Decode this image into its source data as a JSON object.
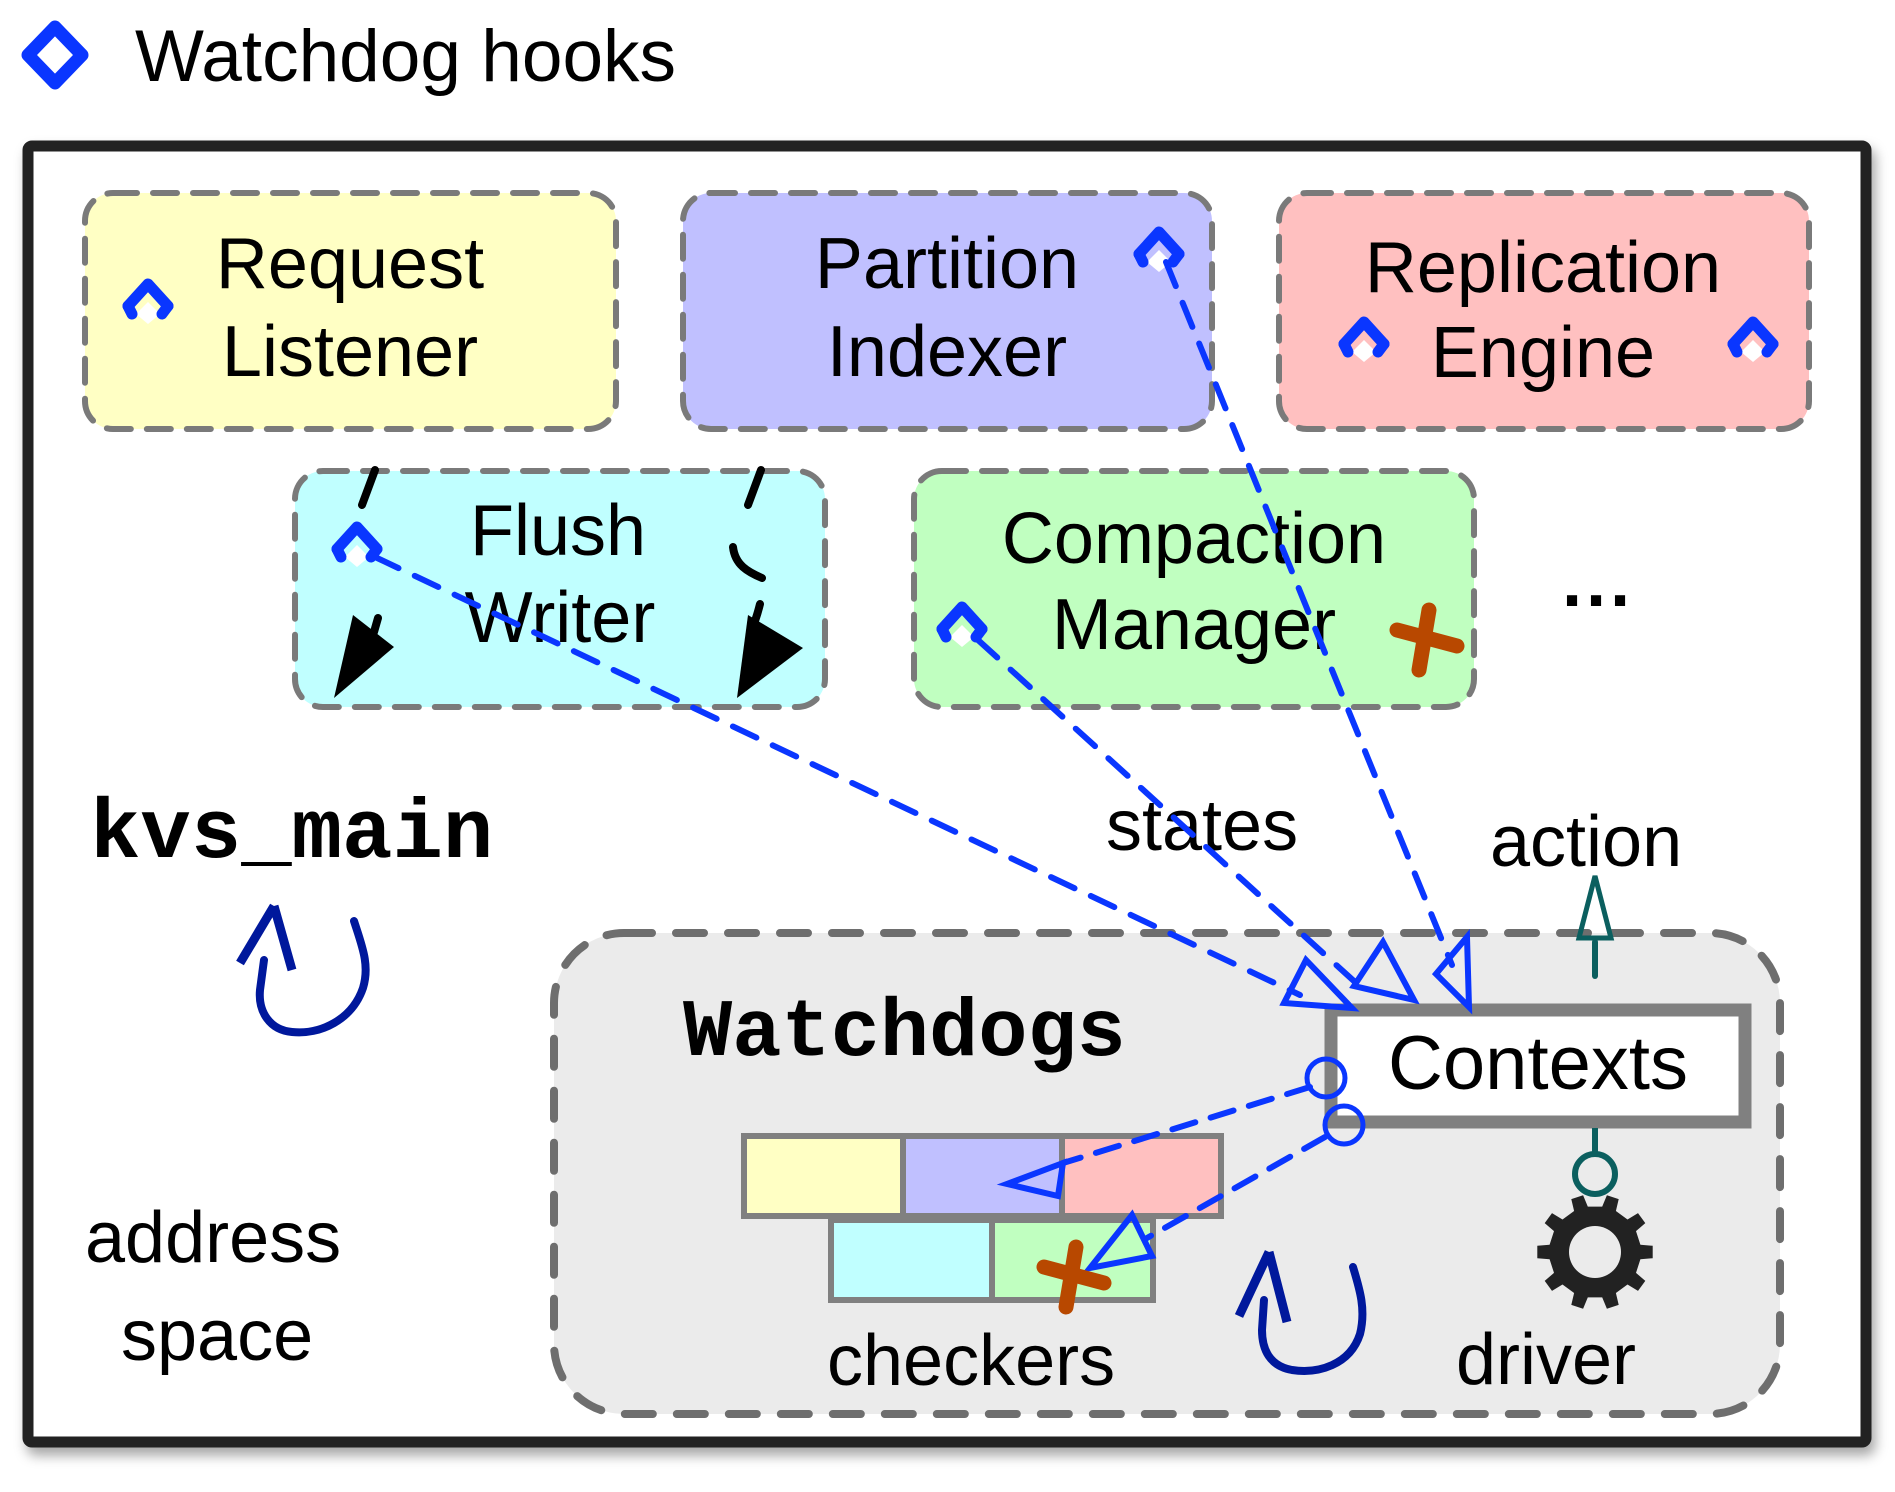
{
  "title": {
    "text": "Watchdog hooks",
    "icon": "diamond-hook-icon",
    "icon_color": "#0a36ff"
  },
  "components": [
    {
      "id": "request-listener",
      "line1": "Request",
      "line2": "Listener",
      "fill": "#ffffc4"
    },
    {
      "id": "partition-indexer",
      "line1": "Partition",
      "line2": "Indexer",
      "fill": "#c0c0ff"
    },
    {
      "id": "replication-engine",
      "line1": "Replication",
      "line2": "Engine",
      "fill": "#ffc0c0"
    },
    {
      "id": "flush-writer",
      "line1": "Flush",
      "line2": "Writer",
      "fill": "#c0ffff"
    },
    {
      "id": "compaction-manager",
      "line1": "Compaction",
      "line2": "Manager",
      "fill": "#c0ffc0"
    }
  ],
  "ellipsis": "···",
  "process_label": "kvs_main",
  "address_space_label": {
    "line1": "address",
    "line2": "space"
  },
  "watchdogs": {
    "title": "Watchdogs",
    "contexts_label": "Contexts",
    "states_label": "states",
    "action_label": "action",
    "checkers_label": "checkers",
    "driver_label": "driver",
    "checker_cells": [
      {
        "row": 1,
        "fill": "#ffffc4"
      },
      {
        "row": 1,
        "fill": "#c0c0ff"
      },
      {
        "row": 1,
        "fill": "#ffc0c0"
      },
      {
        "row": 2,
        "fill": "#c0ffff"
      },
      {
        "row": 2,
        "fill": "#c0ffc0"
      }
    ]
  },
  "colors": {
    "hook_blue": "#0a36ff",
    "loop_navy": "#00189c",
    "action_teal": "#0b5f5f",
    "fault_orange": "#b84800",
    "dash_gray": "#7a7a7a",
    "frame_black": "#222222",
    "watchdog_bg": "#ebebeb"
  }
}
